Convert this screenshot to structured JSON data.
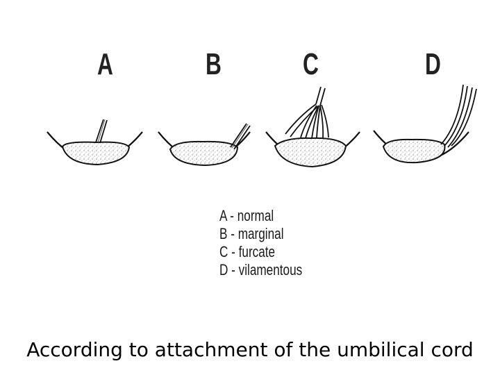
{
  "figure": {
    "panels": [
      {
        "id": "a",
        "letter": "A"
      },
      {
        "id": "b",
        "letter": "B"
      },
      {
        "id": "c",
        "letter": "C"
      },
      {
        "id": "d",
        "letter": "D"
      }
    ]
  },
  "legend": {
    "items": [
      "A - normal",
      "B - marginal",
      "C - furcate",
      "D - vilamentous"
    ]
  },
  "caption": "According to attachment of the umbilical cord"
}
